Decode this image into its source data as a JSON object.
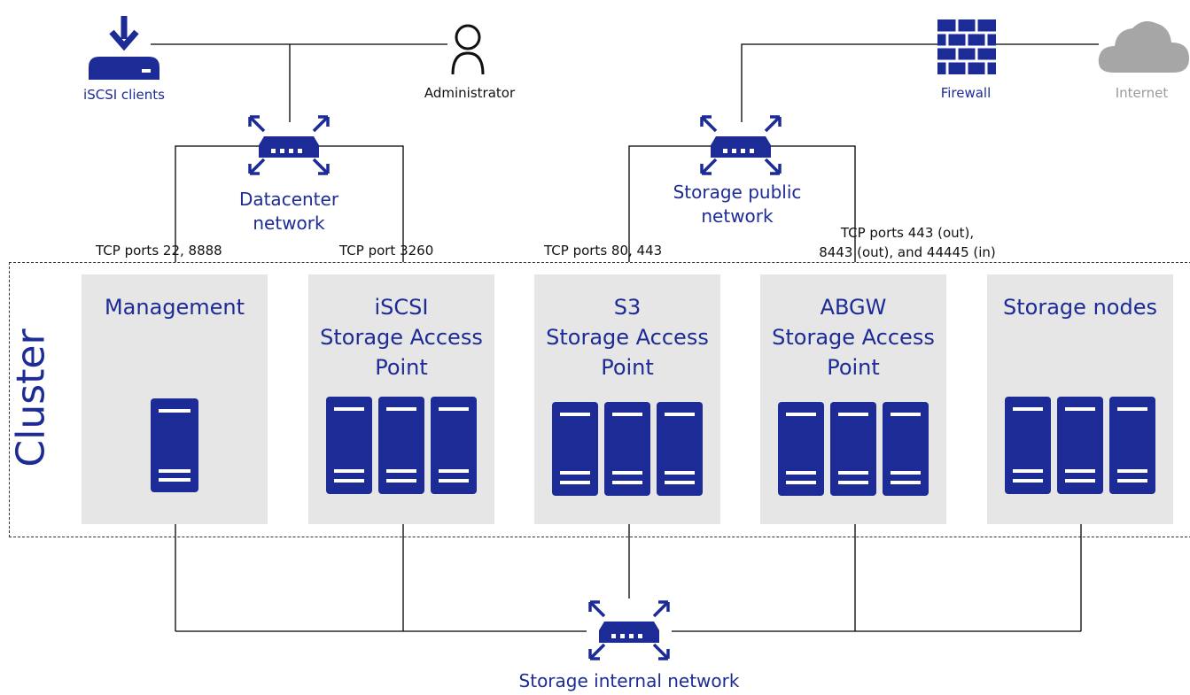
{
  "colors": {
    "accent": "#1c2b95",
    "panel": "#e6e6e6",
    "cloud": "#a6a6a6",
    "line": "#000000"
  },
  "top": {
    "iscsi_clients": {
      "label": "iSCSI clients",
      "icon": "server-download-icon"
    },
    "administrator": {
      "label": "Administrator",
      "icon": "person-icon"
    },
    "firewall": {
      "label": "Firewall",
      "icon": "firewall-icon"
    },
    "internet": {
      "label": "Internet",
      "icon": "cloud-icon"
    }
  },
  "networks": {
    "datacenter": {
      "line1": "Datacenter",
      "line2": "network",
      "icon": "switch-icon"
    },
    "public": {
      "line1": "Storage public",
      "line2": "network",
      "icon": "switch-icon"
    },
    "internal": {
      "label": "Storage internal network",
      "icon": "switch-icon"
    }
  },
  "ports": {
    "management": "TCP ports 22, 8888",
    "iscsi": "TCP port 3260",
    "s3": "TCP ports 80, 443",
    "abgw_line1": "TCP ports 443 (out),",
    "abgw_line2": "8443 (out), and 44445 (in)"
  },
  "cluster": {
    "label": "Cluster",
    "panels": [
      {
        "id": "management",
        "lines": [
          "Management"
        ],
        "servers": 1
      },
      {
        "id": "iscsi",
        "lines": [
          "iSCSI",
          "Storage Access",
          "Point"
        ],
        "servers": 3
      },
      {
        "id": "s3",
        "lines": [
          "S3",
          "Storage Access",
          "Point"
        ],
        "servers": 3
      },
      {
        "id": "abgw",
        "lines": [
          "ABGW",
          "Storage Access",
          "Point"
        ],
        "servers": 3
      },
      {
        "id": "storage-nodes",
        "lines": [
          "Storage nodes"
        ],
        "servers": 3
      }
    ]
  }
}
